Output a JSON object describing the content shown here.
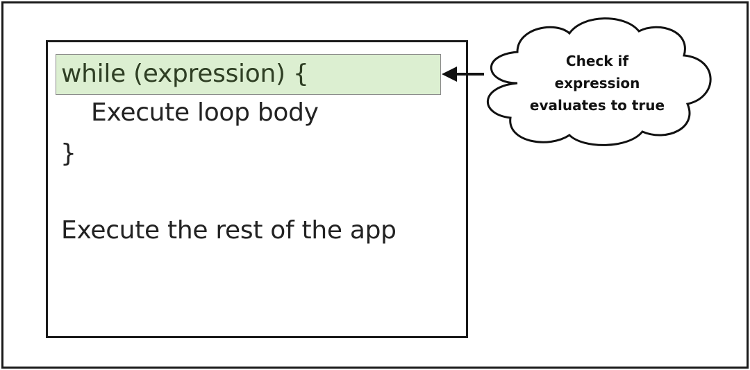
{
  "code": {
    "while_line": "while (expression) {",
    "body_line": "Execute loop body",
    "close_line": "}",
    "rest_line": "Execute the rest of the app"
  },
  "callout": {
    "lines": [
      "Check if",
      "expression",
      "evaluates to true"
    ]
  },
  "colors": {
    "highlight": "#dcefd1",
    "highlight_text": "#2f3f24",
    "border": "#1a1a1a"
  }
}
